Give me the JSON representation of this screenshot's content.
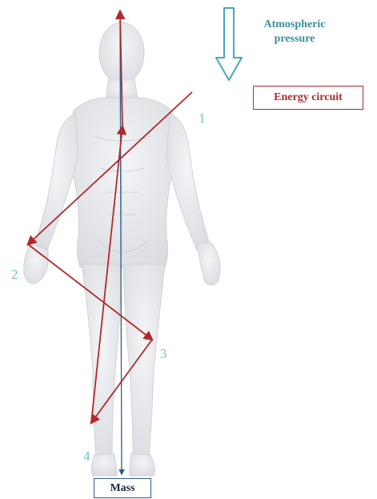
{
  "labels": {
    "atmospheric_pressure": "Atmospheric pressure",
    "energy_circuit": "Energy circuit",
    "mass": "Mass"
  },
  "points": [
    "1",
    "2",
    "3",
    "4"
  ],
  "colors": {
    "body": "#e8e9ec",
    "body_shadow": "#d2d4d9",
    "circuit": "#b02a2a",
    "axis": "#2d5e8c",
    "pressure_arrow": "#4aa6b6",
    "numbers": "#6cc0d4"
  }
}
